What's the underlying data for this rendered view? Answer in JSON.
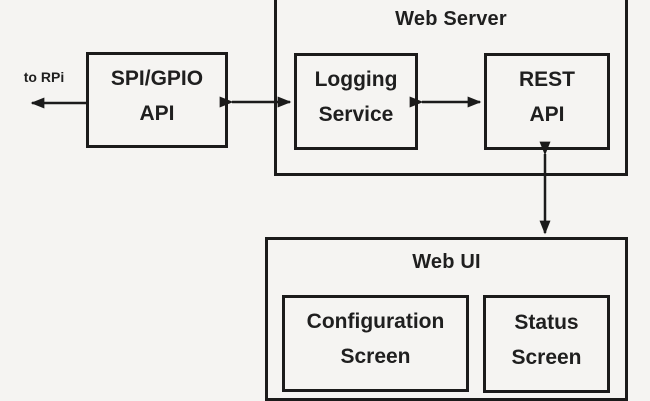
{
  "diagram": {
    "colors": {
      "background": "#f5f4f2",
      "line": "#1b1b1b",
      "text": "#1f1f1f"
    },
    "external_label": "to RPi",
    "nodes": {
      "web_server": {
        "title": "Web Server"
      },
      "logging_service": {
        "line1": "Logging",
        "line2": "Service"
      },
      "rest_api": {
        "line1": "REST",
        "line2": "API"
      },
      "spi_gpio_api": {
        "line1": "SPI/GPIO",
        "line2": "API"
      },
      "web_ui": {
        "title": "Web UI"
      },
      "configuration_screen": {
        "line1": "Configuration",
        "line2": "Screen"
      },
      "status_screen": {
        "line1": "Status",
        "line2": "Screen"
      }
    },
    "connections": [
      {
        "from": "spi_gpio_api",
        "to": "rpi-offscreen",
        "style": "single-arrow-left",
        "label": "to RPi"
      },
      {
        "from": "spi_gpio_api",
        "to": "logging_service",
        "style": "double-arrow"
      },
      {
        "from": "logging_service",
        "to": "rest_api",
        "style": "double-arrow"
      },
      {
        "from": "rest_api",
        "to": "web_ui",
        "style": "double-arrow"
      }
    ]
  }
}
